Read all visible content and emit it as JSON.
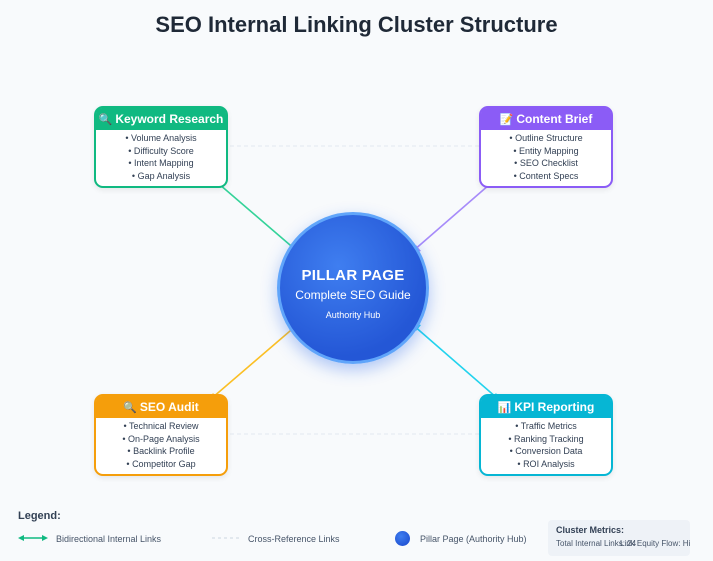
{
  "title": "SEO Internal Linking Cluster Structure",
  "pillar": {
    "label": "PILLAR PAGE",
    "subtitle": "Complete SEO Guide",
    "caption": "Authority Hub",
    "color": "#2563eb"
  },
  "nodes": {
    "keyword_research": {
      "icon": "magnifier-icon",
      "glyph": "🔍",
      "title": "Keyword Research",
      "color": "#10b981",
      "items": [
        "Volume Analysis",
        "Difficulty Score",
        "Intent Mapping",
        "Gap Analysis"
      ]
    },
    "content_brief": {
      "icon": "memo-icon",
      "glyph": "📝",
      "title": "Content Brief",
      "color": "#8b5cf6",
      "items": [
        "Outline Structure",
        "Entity Mapping",
        "SEO Checklist",
        "Content Specs"
      ]
    },
    "seo_audit": {
      "icon": "magnifier-icon",
      "glyph": "🔍",
      "title": "SEO Audit",
      "color": "#f59e0b",
      "items": [
        "Technical Review",
        "On-Page Analysis",
        "Backlink Profile",
        "Competitor Gap"
      ]
    },
    "kpi_reporting": {
      "icon": "bar-chart-icon",
      "glyph": "📊",
      "title": "KPI Reporting",
      "color": "#06b6d4",
      "items": [
        "Traffic Metrics",
        "Ranking Tracking",
        "Conversion Data",
        "ROI Analysis"
      ]
    }
  },
  "legend": {
    "title": "Legend:",
    "bidirectional": "Bidirectional Internal Links",
    "cross_reference": "Cross-Reference Links",
    "pillar": "Pillar Page (Authority Hub)"
  },
  "metrics": {
    "title": "Cluster Metrics:",
    "total_links": "Total Internal Links: 24",
    "equity_flow": "Link Equity Flow: High"
  }
}
